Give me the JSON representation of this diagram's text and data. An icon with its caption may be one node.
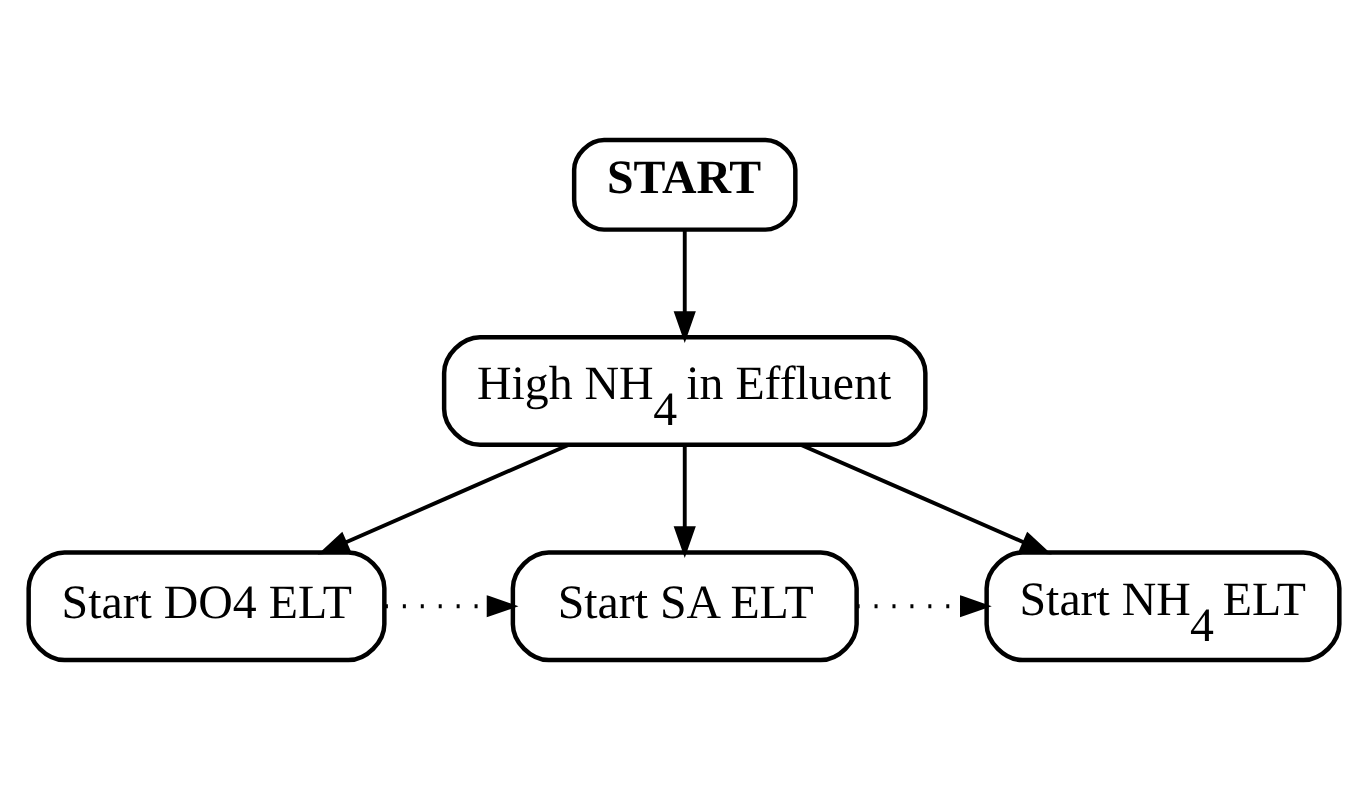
{
  "diagram": {
    "nodes": [
      {
        "text": [
          "START"
        ]
      },
      {
        "text": [
          "High NH$_{4}$ in Effluent"
        ]
      },
      {
        "text": [
          "Start DO4 ELT"
        ]
      },
      {
        "text": [
          "Start SA ELT"
        ]
      },
      {
        "text": [
          "Start NH$_{4}$ ELT"
        ]
      }
    ],
    "edges": [
      {
        "from": 0,
        "to": 1,
        "arrow": "to"
      },
      {
        "from": 1,
        "to": 2,
        "arrow": "to"
      },
      {
        "from": 1,
        "to": 3,
        "arrow": "to"
      },
      {
        "from": 1,
        "to": 4,
        "arrow": "to"
      },
      {
        "from": 2,
        "to": 3,
        "arrow": "to",
        "style": "dashed"
      },
      {
        "from": 3,
        "to": 4,
        "arrow": "to",
        "style": "dashed"
      }
    ]
  }
}
